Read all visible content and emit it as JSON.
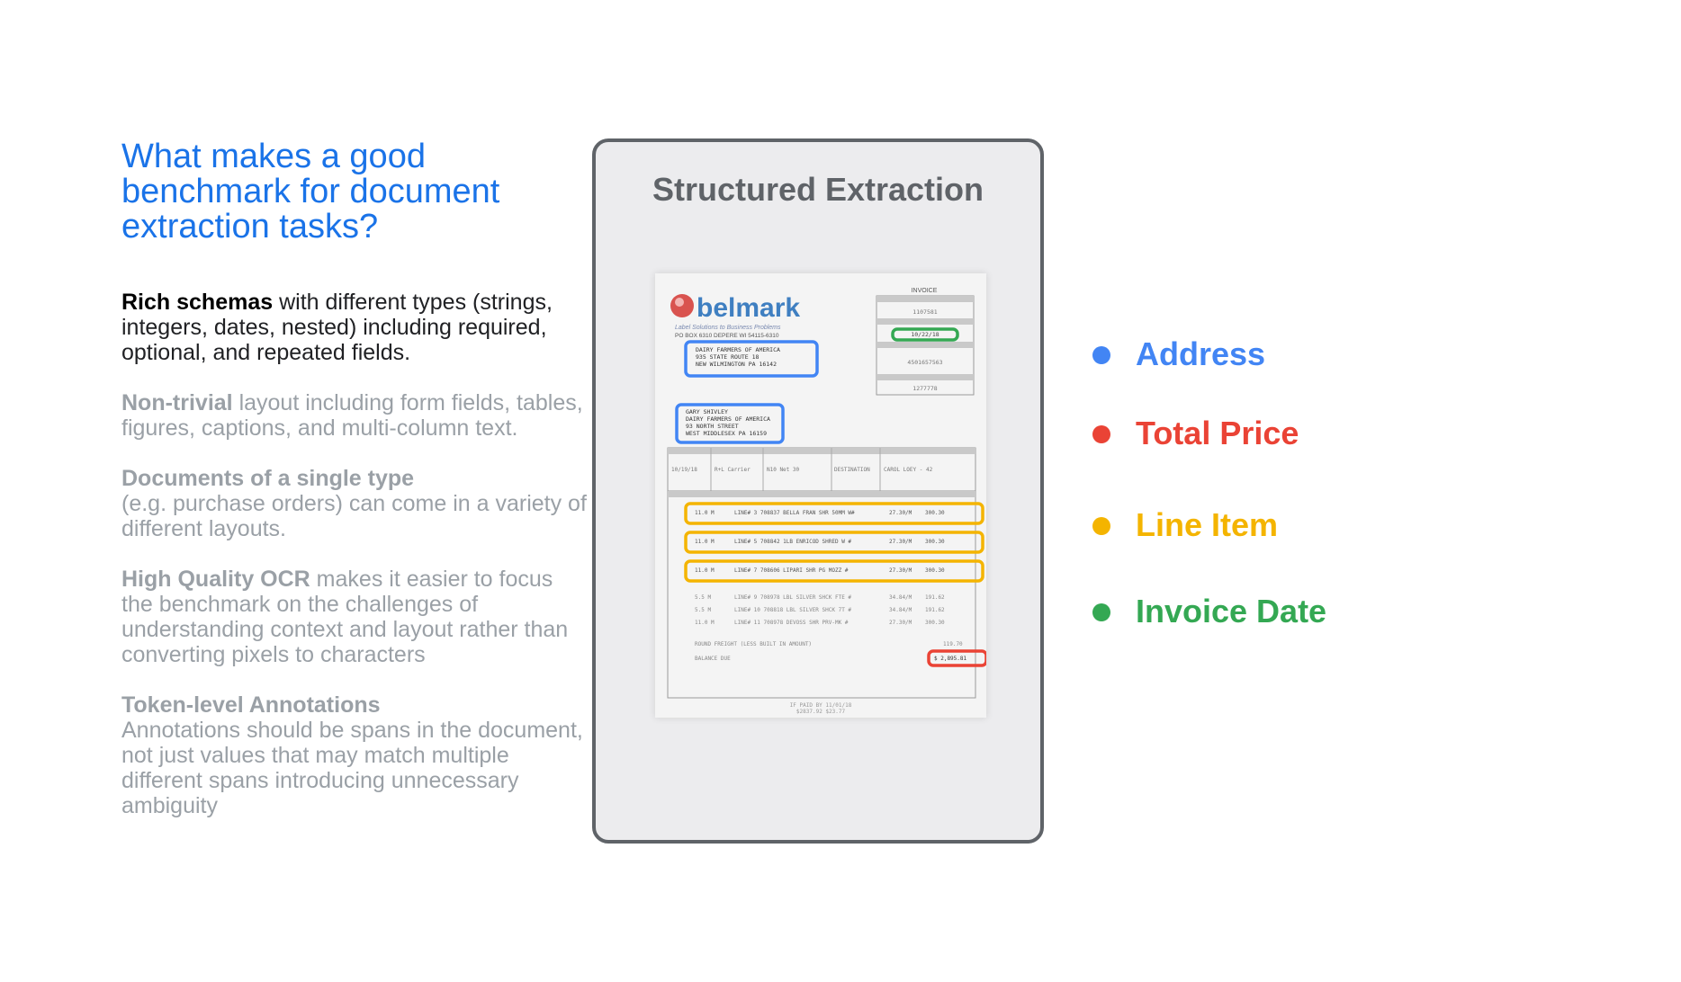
{
  "title": "What makes a good benchmark for document extraction tasks?",
  "points": [
    {
      "lead": "Rich schemas",
      "rest": " with different types (strings, integers, dates, nested) including required, optional, and repeated fields."
    },
    {
      "lead": "Non-trivial",
      "rest": " layout including form fields, tables, figures, captions, and multi-column text."
    },
    {
      "lead": "Documents of a single type",
      "rest": "(e.g. purchase orders) can come in a variety of different layouts."
    },
    {
      "lead": "High Quality OCR",
      "rest": " makes it easier to focus the benchmark on the challenges of understanding context and layout rather than converting pixels to characters"
    },
    {
      "lead": "Token-level Annotations",
      "rest": "Annotations should be spans in the document, not just values that may match multiple different spans introducing unnecessary ambiguity"
    }
  ],
  "panel": {
    "title": "Structured Extraction"
  },
  "invoice": {
    "brand": "belmark",
    "tagline": "Label Solutions to Business Problems",
    "remit": "PO BOX 6310 DEPERE WI 54115-6310",
    "heading": "INVOICE",
    "invoice_number": "1107581",
    "invoice_date": "10/22/18",
    "customer_number": "4501657563",
    "job_number": "1277778",
    "to_lines": [
      "DAIRY FARMERS OF AMERICA",
      "935 STATE ROUTE 18",
      "NEW WILMINGTON PA 16142"
    ],
    "ship_lines": [
      "GARY SHIVLEY",
      "DAIRY FARMERS OF AMERICA",
      "93 NORTH STREET",
      "WEST MIDDLESEX PA 16159"
    ],
    "ship_row": [
      "10/19/18",
      "R+L Carrier",
      "N10 Net 30",
      "DESTINATION",
      "CAROL LOEY - 42"
    ],
    "items": [
      {
        "qty": "11.0 M",
        "desc": "LINE# 3  708837 BELLA FRAN SHR 50MM W#",
        "price": "27.30/M",
        "amount": "300.30"
      },
      {
        "qty": "11.0 M",
        "desc": "LINE# 5  708842 1LB ENRICOD SHRED W #",
        "price": "27.30/M",
        "amount": "300.30"
      },
      {
        "qty": "11.0 M",
        "desc": "LINE# 7  708606 LIPARI SHR PG MOZZ #",
        "price": "27.30/M",
        "amount": "300.30"
      },
      {
        "qty": "5.5 M",
        "desc": "LINE# 9  708978 LBL SILVER SHCK FTE #",
        "price": "34.84/M",
        "amount": "191.62"
      },
      {
        "qty": "5.5 M",
        "desc": "LINE# 10 708818 LBL SILVER SHCK 7T #",
        "price": "34.84/M",
        "amount": "191.62"
      },
      {
        "qty": "11.0 M",
        "desc": "LINE# 11 708978 DEVOSS SHR PRV-MK #",
        "price": "27.30/M",
        "amount": "300.30"
      }
    ],
    "freight": "ROUND FREIGHT (LESS BUILT IN AMOUNT)",
    "freight_amount": "119.70",
    "balance_label": "BALANCE DUE",
    "total": "$ 2,895.81",
    "footer_1": "IF PAID BY 11/01/18",
    "footer_2": "$2837.92       $23.77"
  },
  "callouts": [
    {
      "label": "Address",
      "color": "#4285f4"
    },
    {
      "label": "Total Price",
      "color": "#ea4335"
    },
    {
      "label": "Line Item",
      "color": "#f4b400"
    },
    {
      "label": "Invoice Date",
      "color": "#34a853"
    }
  ]
}
